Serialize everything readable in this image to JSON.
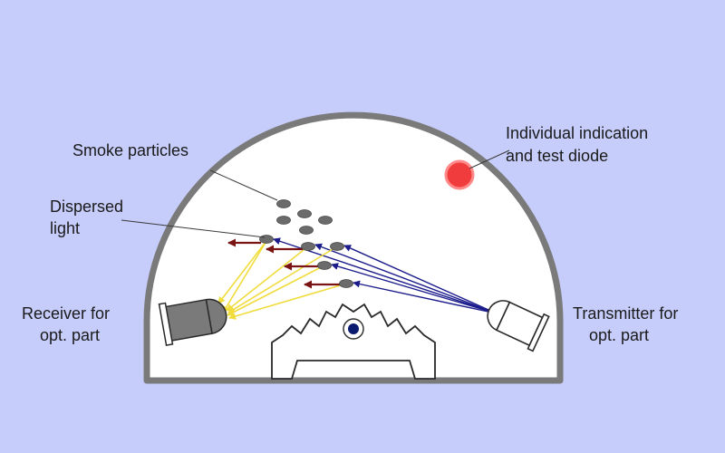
{
  "labels": {
    "smoke_particles": "Smoke particles",
    "dispersed_line1": "Dispersed",
    "dispersed_line2": "light",
    "indication_line1": "Individual indication",
    "indication_line2": "and test diode",
    "receiver_line1": "Receiver for",
    "receiver_line2": "opt. part",
    "transmitter_line1": "Transmitter for",
    "transmitter_line2": "opt. part"
  },
  "colors": {
    "background": "#c6cdfb",
    "housing_fill": "#ffffff",
    "housing_border": "#7a7a7a",
    "particle": "#6b6b6b",
    "transmitted_light": "#1c1c8c",
    "dispersed_light": "#f0dc3c",
    "reflection_arrow": "#7a1414",
    "indicator_diode": "#f03c3c",
    "center_dot": "#0a1a6e"
  },
  "icons": {
    "receiver": "receiver-icon",
    "transmitter": "transmitter-icon",
    "diode": "led-diode-icon",
    "labyrinth": "labyrinth-chamber-icon"
  }
}
